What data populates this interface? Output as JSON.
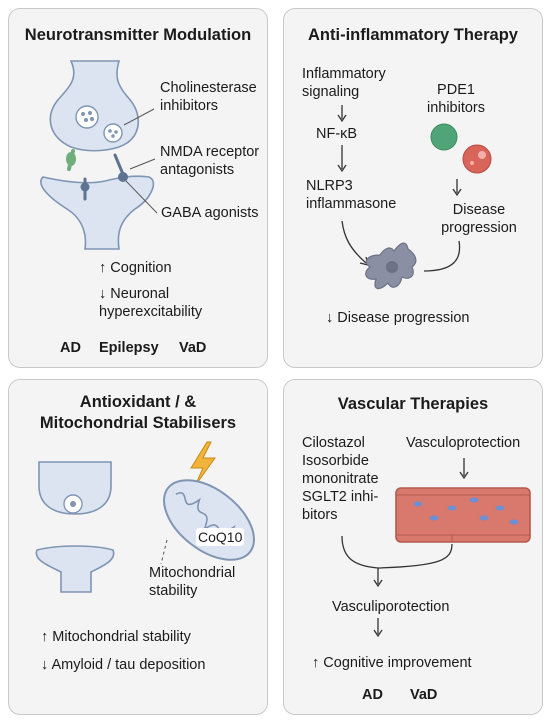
{
  "panels": {
    "neuro": {
      "title": "Neurotransmitter Modulation",
      "labels": [
        "Cholinesterase inhibitors",
        "NMDA receptor antagonists",
        "GABA agonists"
      ],
      "effects": [
        "↑ Cognition",
        "↓ Neuronal hyperexcitability"
      ],
      "diseases": [
        "AD",
        "Epilepsy",
        "VaD"
      ]
    },
    "inflam": {
      "title": "Anti-inflammatory Therapy",
      "pathway": [
        "Inflammatory signaling",
        "NF-κB",
        "NLRP3 inflammasone"
      ],
      "pde1": "PDE1 inhibitors",
      "disease_progression": "Disease progression",
      "outcome": "↓ Disease progression"
    },
    "antiox": {
      "title_line1": "Antioxidant / &",
      "title_line2": "Mitochondrial Stabilisers",
      "coq10": "CoQ10",
      "mito_label": "Mitochondrial stability",
      "effects": [
        "↑ Mitochondrial stability",
        "↓ Amyloid / tau deposition"
      ]
    },
    "vascular": {
      "title": "Vascular Therapies",
      "drugs": [
        "Cilostazol",
        "Isosorbide",
        "mononitrate",
        "SGLT2 inhi-",
        "bitors"
      ],
      "vasculoprotection": "Vasculoprotection",
      "vasculiporotection": "Vasculiporotection",
      "effect": "↑ Cognitive improvement",
      "diseases": [
        "AD",
        "VaD"
      ]
    }
  },
  "colors": {
    "panel_bg": "#f4f4f4",
    "neuron_fill": "#dbe4f0",
    "neuron_stroke": "#7f95b3",
    "green_receptor": "#6fae7c",
    "blue_receptor": "#5e7391",
    "green_circle": "#4fa577",
    "red_circle": "#d9645a",
    "microglia": "#8a8fa3",
    "bolt": "#f2b33a",
    "vessel": "#d9786c",
    "rbc": "#6d8fd4"
  }
}
